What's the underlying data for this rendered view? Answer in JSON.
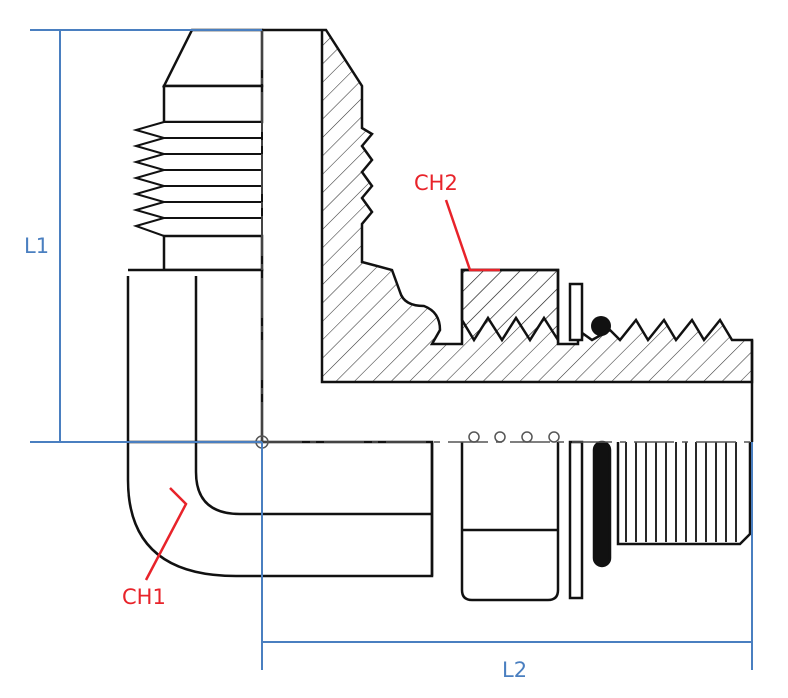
{
  "diagram": {
    "dimensions": [
      {
        "id": "L1",
        "label": "L1"
      },
      {
        "id": "L2",
        "label": "L2"
      }
    ],
    "callouts": [
      {
        "id": "CH1",
        "label": "CH1"
      },
      {
        "id": "CH2",
        "label": "CH2"
      }
    ]
  },
  "colors": {
    "outline": "#111111",
    "dimension": "#4a7fc0",
    "callout": "#e8232a",
    "hatch": "#333333",
    "background": "#ffffff"
  }
}
